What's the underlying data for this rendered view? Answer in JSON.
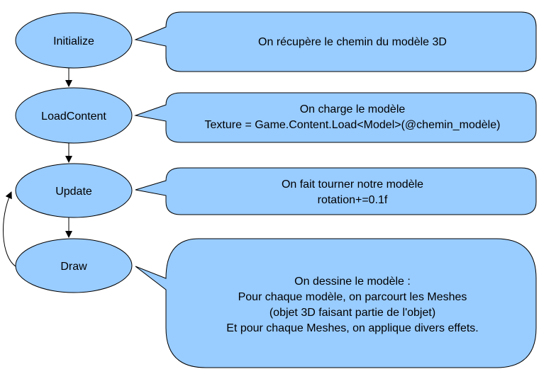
{
  "colors": {
    "fill": "#99ccff",
    "stroke": "#000000"
  },
  "nodes": [
    {
      "id": "initialize",
      "label": "Initialize"
    },
    {
      "id": "loadcontent",
      "label": "LoadContent"
    },
    {
      "id": "update",
      "label": "Update"
    },
    {
      "id": "draw",
      "label": "Draw"
    }
  ],
  "callouts": [
    {
      "id": "initialize",
      "lines": [
        "On récupère le chemin du modèle 3D"
      ]
    },
    {
      "id": "loadcontent",
      "lines": [
        "On charge le modèle",
        "Texture = Game.Content.Load<Model>(@chemin_modèle)"
      ]
    },
    {
      "id": "update",
      "lines": [
        "On fait tourner notre modèle",
        "rotation+=0.1f"
      ]
    },
    {
      "id": "draw",
      "lines": [
        "On dessine le modèle :",
        "Pour chaque modèle, on parcourt les Meshes",
        "(objet 3D faisant partie de l'objet)",
        "Et pour chaque Meshes, on applique divers effets."
      ]
    }
  ]
}
